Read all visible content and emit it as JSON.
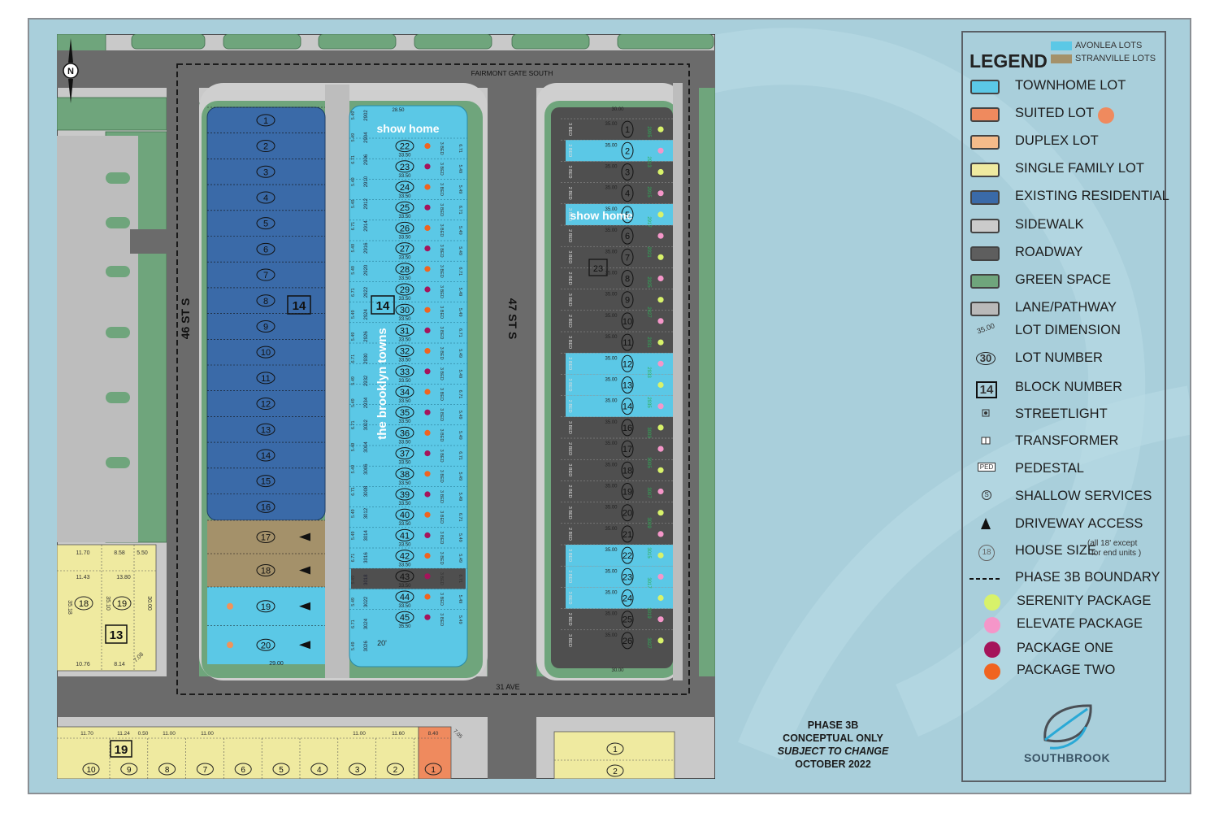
{
  "streets": {
    "north": "FAIRMONT GATE SOUTH",
    "west": "46 ST S",
    "middle": "47 ST S",
    "south": "31 AVE"
  },
  "blocks": [
    "14",
    "14",
    "23",
    "13",
    "19"
  ],
  "labels": {
    "show_home_1": "show home",
    "show_home_2": "show home",
    "brooklyn": "the brooklyn towns",
    "north_arrow": "N"
  },
  "block14_west_lots": [
    "1",
    "2",
    "3",
    "4",
    "5",
    "6",
    "7",
    "8",
    "9",
    "10",
    "11",
    "12",
    "13",
    "14",
    "15",
    "16",
    "17",
    "18",
    "19",
    "20"
  ],
  "block14_east_lots": [
    "22",
    "23",
    "24",
    "25",
    "26",
    "27",
    "28",
    "29",
    "30",
    "31",
    "32",
    "33",
    "34",
    "35",
    "36",
    "37",
    "38",
    "39",
    "40",
    "41",
    "42",
    "43",
    "44",
    "45"
  ],
  "block14_east_addresses": [
    "2902",
    "2904",
    "2906",
    "2910",
    "2912",
    "2914",
    "2916",
    "2920",
    "2922",
    "2924",
    "2926",
    "2930",
    "2932",
    "2934",
    "3002",
    "3004",
    "3006",
    "3008",
    "3012",
    "3014",
    "3016",
    "3018",
    "3022",
    "3024",
    "3026"
  ],
  "block23_lots": [
    "1",
    "2",
    "3",
    "4",
    "5",
    "6",
    "7",
    "8",
    "9",
    "10",
    "11",
    "12",
    "13",
    "14",
    "16",
    "17",
    "18",
    "19",
    "20",
    "21",
    "22",
    "23",
    "24",
    "25",
    "26"
  ],
  "block23_addresses": [
    "2905",
    "2913",
    "2915",
    "2917",
    "2921",
    "2925",
    "2927",
    "2931",
    "2933",
    "2935",
    "3003",
    "3005",
    "3007",
    "3009",
    "3015",
    "3017",
    "3019",
    "3027"
  ],
  "dimensions": {
    "lot_depth": "33.50",
    "lot_depth_east": "35.00",
    "lot_depth_end": "35.50",
    "lot_width": "29.00",
    "block_width_top": "28.50",
    "block23_width": "30.00",
    "w549": "5.49",
    "w671": "6.71",
    "w1028": "10.28",
    "w1035": "10.35",
    "w707": "7.07",
    "w708": "7.08",
    "w1070": "10.70",
    "house_size": "20'",
    "bed2": "2 BED",
    "bed3": "3 BED"
  },
  "block13": {
    "lots": [
      "18",
      "19"
    ],
    "dims": [
      "11.70",
      "8.58",
      "5.50",
      "11.43",
      "13.80",
      "30.00",
      "35.18",
      "35.10",
      "10.76",
      "8.14",
      "7.08"
    ]
  },
  "block19": {
    "lots": [
      "10",
      "9",
      "8",
      "7",
      "6",
      "5",
      "4",
      "3",
      "2",
      "1"
    ],
    "dims": [
      "11.70",
      "11.24",
      "0.50",
      "11.00",
      "11.00",
      "11.00",
      "11.60",
      "8.40",
      "7.05"
    ]
  },
  "southeast_lots": [
    "1",
    "2"
  ],
  "legend": {
    "title": "LEGEND",
    "avonlea": "AVONLEA LOTS",
    "stranville": "STRANVILLE LOTS",
    "items": [
      {
        "label": "TOWNHOME LOT",
        "color": "#5bc8e6"
      },
      {
        "label": "SUITED LOT",
        "color": "#ef8a5e"
      },
      {
        "label": "DUPLEX  LOT",
        "color": "#f4bb8a"
      },
      {
        "label": "SINGLE FAMILY LOT",
        "color": "#efeaa0"
      },
      {
        "label": "EXISTING RESIDENTIAL",
        "color": "#3a6aa8"
      },
      {
        "label": "SIDEWALK",
        "color": "#cbcbcb"
      },
      {
        "label": "ROADWAY",
        "color": "#5e5e5e"
      },
      {
        "label": "GREEN SPACE",
        "color": "#6fa57c"
      },
      {
        "label": "LANE/PATHWAY",
        "color": "#b9b9b9"
      }
    ],
    "symbols": [
      {
        "label": "LOT DIMENSION",
        "symbol": "35.00"
      },
      {
        "label": "LOT NUMBER",
        "symbol": "30"
      },
      {
        "label": "BLOCK NUMBER",
        "symbol": "14"
      },
      {
        "label": "STREETLIGHT",
        "symbol": "streetlight-icon"
      },
      {
        "label": "TRANSFORMER",
        "symbol": "transformer-icon"
      },
      {
        "label": "PEDESTAL",
        "symbol": "PED"
      },
      {
        "label": "SHALLOW SERVICES",
        "symbol": "S"
      },
      {
        "label": "DRIVEWAY ACCESS",
        "symbol": "driveway-triangle-icon"
      },
      {
        "label": "HOUSE SIZE",
        "symbol": "18",
        "note1": "(all 18' except",
        "note2": "for end units )"
      },
      {
        "label": "PHASE 3B BOUNDARY",
        "symbol": "dashed-line"
      }
    ],
    "packages": [
      {
        "label": "SERENITY PACKAGE",
        "color": "#d8f26a"
      },
      {
        "label": "ELEVATE PACKAGE",
        "color": "#f596c9"
      },
      {
        "label": "PACKAGE ONE",
        "color": "#a5145a"
      },
      {
        "label": "PACKAGE TWO",
        "color": "#f06420"
      }
    ],
    "avonlea_color": "#5bc8e6",
    "stranville_color": "#a4916a"
  },
  "phase_note": [
    "PHASE 3B",
    "CONCEPTUAL ONLY",
    "SUBJECT TO CHANGE",
    "OCTOBER 2022"
  ],
  "brand": "SOUTHBROOK"
}
